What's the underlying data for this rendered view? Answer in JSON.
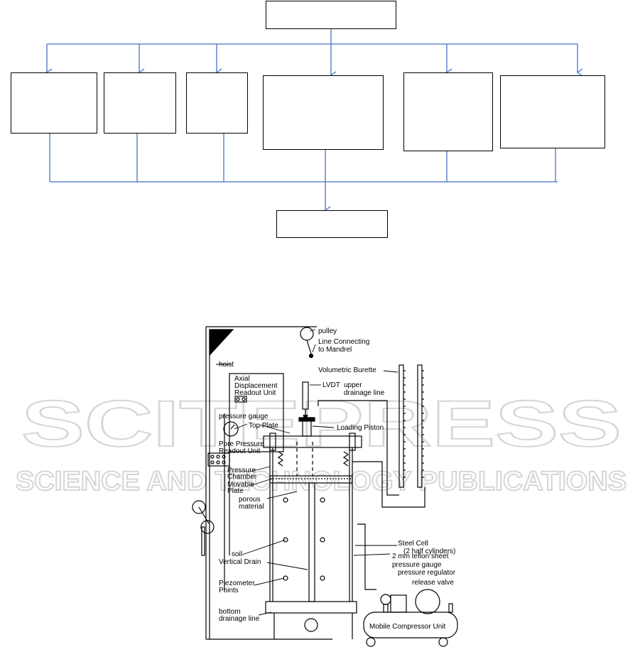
{
  "watermark": {
    "line1": "SCITEPRESS",
    "line2": "SCIENCE AND TECHNOLOGY PUBLICATIONS"
  },
  "flowchart": {
    "top_box": "",
    "middle_boxes": [
      "",
      "",
      "",
      "",
      "",
      ""
    ],
    "bottom_box": ""
  },
  "apparatus": {
    "labels": {
      "pulley": "pulley",
      "line_connecting": "Line Connecting",
      "to_mandrel": "to Mandrel",
      "hoist": "hoist",
      "volumetric_burette": "Volumetric Burette",
      "axial_1": "Axial",
      "axial_2": "Displacement",
      "axial_3": "Readout Unit",
      "lvdt": "LVDT",
      "upper_drainage_1": "upper",
      "upper_drainage_2": "drainage line",
      "pressure_gauge_top": "pressure gauge",
      "top_plate": "Top Plate",
      "loading_piston": "Loading Piston",
      "pore_1": "Pore Pressure",
      "pore_2": "Readout Unit",
      "pressure_chamber_1": "Pressure",
      "pressure_chamber_2": "Chamber",
      "movable_1": "Movable",
      "movable_2": "Plate",
      "porous_1": "porous",
      "porous_2": "material",
      "steel_cell_1": "Steel Cell",
      "steel_cell_2": "(2 half cylinders)",
      "teflon": "2 mm teflon sheet",
      "soil": "soil",
      "vertical_drain": "Vertical Drain",
      "pressure_gauge_2": "pressure gauge",
      "pressure_regulator": "pressure regulator",
      "release_valve": "release valve",
      "piezometer_1": "Piezometer",
      "piezometer_2": "Points",
      "bottom_1": "bottom",
      "bottom_2": "drainage line",
      "compressor": "Mobile Compressor Unit"
    }
  }
}
